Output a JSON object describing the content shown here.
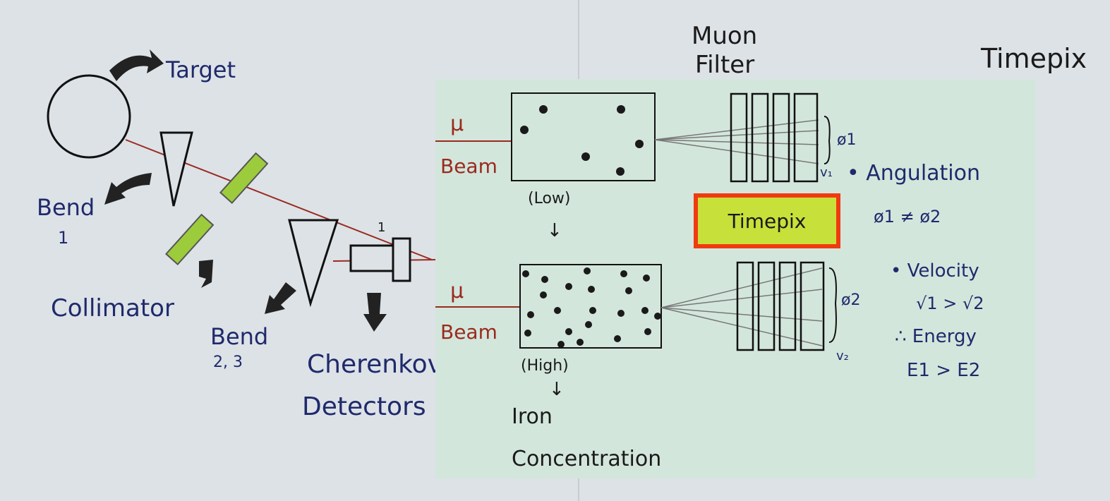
{
  "left": {
    "target": "Target",
    "bend1": "Bend",
    "bend1_num": "1",
    "collimator": "Collimator",
    "bend23": "Bend",
    "bend23_num": "2, 3",
    "cherenkov1": "Cherenkov",
    "cherenkov2": "Detectors",
    "det_num": "1"
  },
  "background": {
    "muon": "Muon",
    "filter": "Filter",
    "timepix_partial": "Timepix"
  },
  "card": {
    "mu_top": "μ",
    "beam_top": "Beam",
    "low": "(Low)",
    "arrow": "↓",
    "mu_bottom": "μ",
    "beam_bottom": "Beam",
    "high": "(High)",
    "iron": "Iron",
    "concentration": "Concentration",
    "timepix": "Timepix",
    "phi1": "ø1",
    "v1": "v₁",
    "angulation": "• Angulation",
    "phi_neq": "ø1 ≠ ø2",
    "phi2": "ø2",
    "v2": "v₂",
    "velocity": "• Velocity",
    "v_rel": "√1 > √2",
    "energy": "∴ Energy",
    "e_rel": "E1 > E2"
  },
  "colors": {
    "card": "#d3e6dc",
    "collimator": "#9ccc3c",
    "timepix_border": "#f03a10",
    "timepix_fill": "#c8e03a",
    "beam": "#9a2a1e",
    "ink": "#1f2a6b"
  }
}
